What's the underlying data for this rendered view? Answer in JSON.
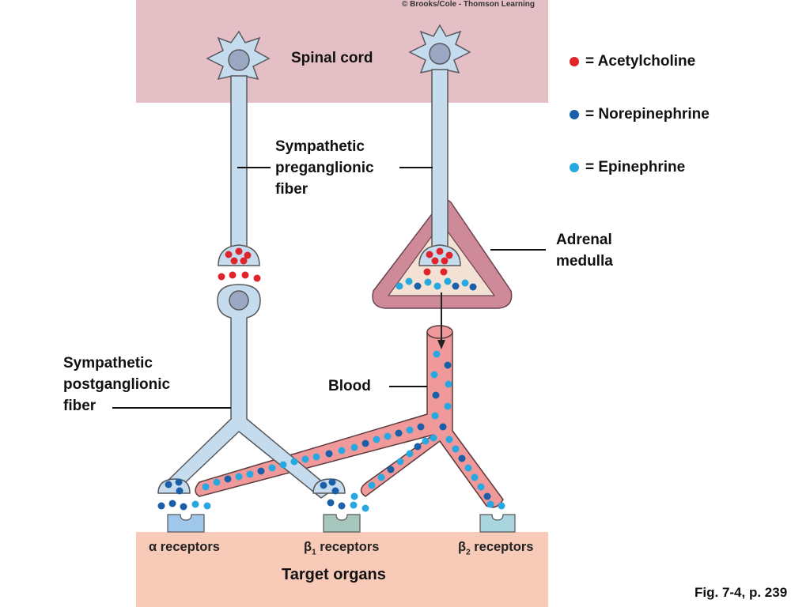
{
  "copyright": "© Brooks/Cole - Thomson Learning",
  "labels": {
    "spinal_cord": "Spinal cord",
    "preganglionic": [
      "Sympathetic",
      "preganglionic",
      "fiber"
    ],
    "postganglionic": [
      "Sympathetic",
      "postganglionic",
      "fiber"
    ],
    "adrenal": [
      "Adrenal",
      "medulla"
    ],
    "blood": "Blood",
    "target_organs": "Target organs"
  },
  "legend": [
    {
      "label": "= Acetylcholine",
      "color": "#e0242c"
    },
    {
      "label": "= Norepinephrine",
      "color": "#1a5fa8"
    },
    {
      "label": "= Epinephrine",
      "color": "#27a8e0"
    }
  ],
  "receptors": [
    {
      "symbol": "α",
      "sub": "",
      "text": "receptors"
    },
    {
      "symbol": "β",
      "sub": "1",
      "text": "receptors"
    },
    {
      "symbol": "β",
      "sub": "2",
      "text": "receptors"
    }
  ],
  "figure_caption": "Fig. 7-4, p. 239",
  "colors": {
    "spinal_bg": "#e4c0c6",
    "target_bg": "#f7cbb8",
    "neuron_fill": "#c5dcef",
    "neuron_stroke": "#58585a",
    "nucleus": "#9aa8c4",
    "adrenal_outer": "#cf8a99",
    "adrenal_inner": "#f3e2d4",
    "blood_fill": "#f0999a",
    "blood_stroke": "#5a3a3a",
    "receptor_alpha": "#9ec7ea",
    "receptor_beta1": "#a5c7be",
    "receptor_beta2": "#a9d6de"
  }
}
